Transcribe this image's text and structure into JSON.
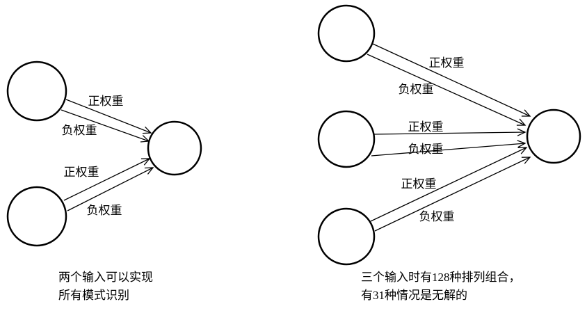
{
  "left_diagram": {
    "edge_labels": {
      "pos1": "正权重",
      "neg1": "负权重",
      "pos2": "正权重",
      "neg2": "负权重"
    },
    "caption": {
      "line1": "两个输入可以实现",
      "line2": "所有模式识别"
    }
  },
  "right_diagram": {
    "edge_labels": {
      "pos1": "正权重",
      "neg1": "负权重",
      "pos2": "正权重",
      "neg2": "负权重",
      "pos3": "正权重",
      "neg3": "负权重"
    },
    "caption": {
      "line1": "三个输入时有128种排列组合，",
      "line2": "有31种情况是无解的"
    }
  },
  "colors": {
    "stroke": "#000000",
    "background": "#ffffff"
  }
}
